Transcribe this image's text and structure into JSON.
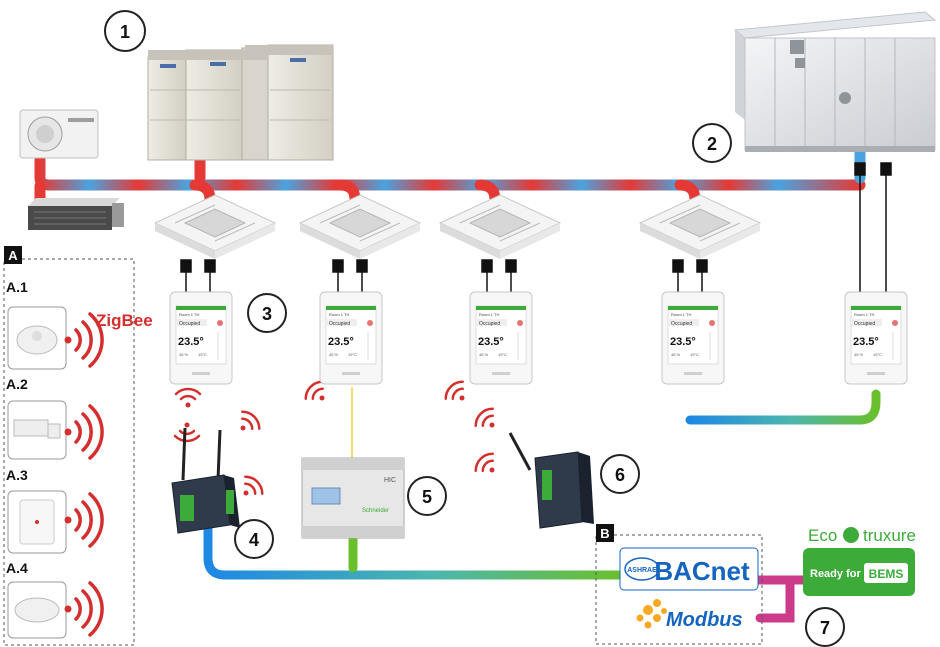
{
  "callouts": [
    "1",
    "2",
    "3",
    "4",
    "5",
    "6",
    "7"
  ],
  "section_a": {
    "tag": "A",
    "items": [
      {
        "label": "A.1",
        "protocol": "ZigBee"
      },
      {
        "label": "A.2"
      },
      {
        "label": "A.3"
      },
      {
        "label": "A.4"
      }
    ]
  },
  "section_b": {
    "tag": "B"
  },
  "thermostat": {
    "title": "Room 1 TH",
    "status": "Occupied",
    "temp": "23.5°",
    "setpoint": "19°C",
    "humidity": "45 %"
  },
  "protocols": {
    "bacnet": "BACnet",
    "bacnet_badge": "ASHRAE",
    "modbus": "Modbus"
  },
  "ecostruxure": {
    "brand_left": "Eco",
    "brand_right": "truxure",
    "ready": "Ready for",
    "bems": "BEMS"
  },
  "controller": {
    "label": "HIC",
    "brand": "Schneider"
  },
  "colors": {
    "red": "#e53935",
    "blue": "#1e88e5",
    "green": "#6abf2d",
    "magenta": "#cc3b8a",
    "brand_green": "#3dab3a",
    "wireless": "#d32f2f"
  }
}
